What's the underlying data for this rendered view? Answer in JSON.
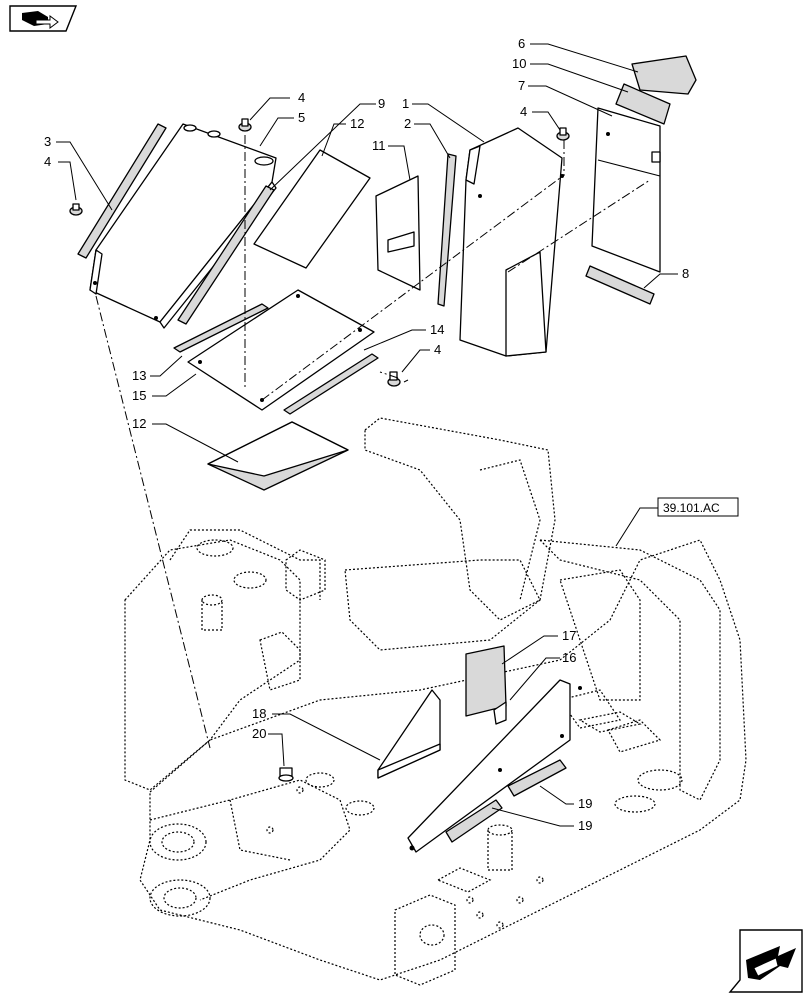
{
  "reference_label": "39.101.AC",
  "icons": {
    "top_left": "book-with-arrow-icon",
    "bottom_right": "next-page-arrow-icon"
  },
  "callouts": {
    "c1": "1",
    "c2": "2",
    "c3": "3",
    "c4a": "4",
    "c4b": "4",
    "c4c": "4",
    "c4d": "4",
    "c5": "5",
    "c6": "6",
    "c7": "7",
    "c8": "8",
    "c9": "9",
    "c10": "10",
    "c11": "11",
    "c12a": "12",
    "c12b": "12",
    "c13": "13",
    "c14": "14",
    "c15": "15",
    "c16": "16",
    "c17": "17",
    "c18": "18",
    "c19a": "19",
    "c19b": "19",
    "c20": "20"
  }
}
